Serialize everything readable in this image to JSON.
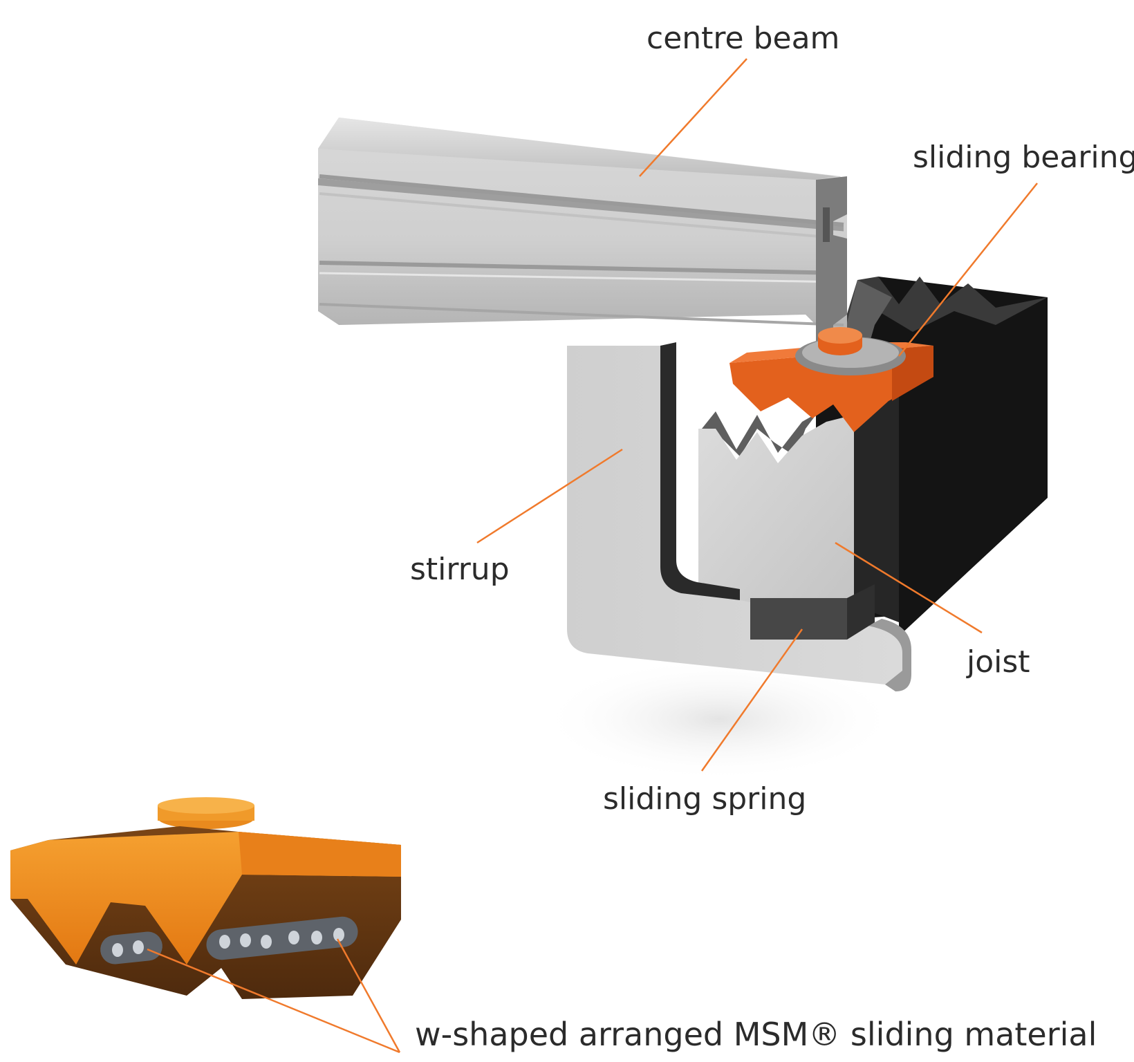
{
  "labels": {
    "centre_beam": "centre beam",
    "sliding_bearing": "sliding bearing",
    "stirrup": "stirrup",
    "joist": "joist",
    "sliding_spring": "sliding spring",
    "sliding_material": "w-shaped arranged MSM® sliding material"
  },
  "colors": {
    "leader": "#f07a2c",
    "aluminium_light": "#dcdcdc",
    "aluminium_mid": "#b8b8b8",
    "aluminium_dark": "#8a8a8a",
    "joist_dark": "#1a1a1a",
    "bearing_orange": "#e8641e",
    "detail_orange": "#f08c1e",
    "detail_brown": "#6b3a14",
    "msm_grey": "#6a6e74"
  }
}
